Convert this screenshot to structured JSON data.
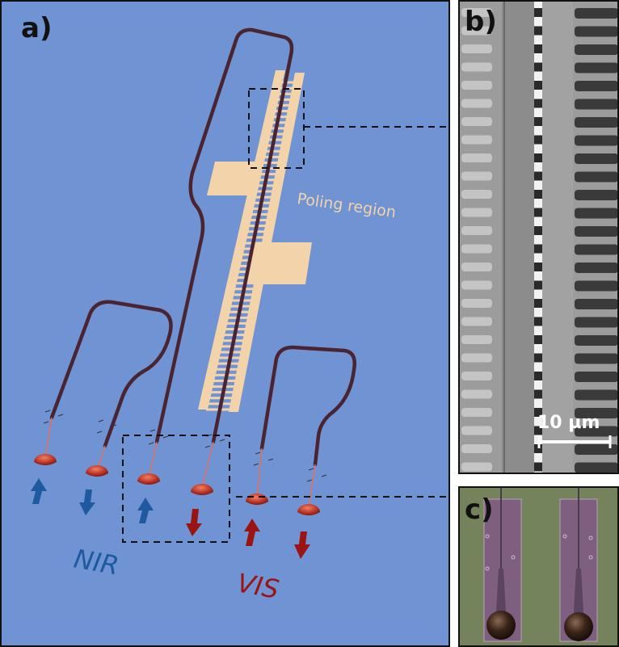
{
  "panels": {
    "a": {
      "label": "a)"
    },
    "b": {
      "label": "b)",
      "scale_bar": "10 µm"
    },
    "c": {
      "label": "c)"
    }
  },
  "annotations": {
    "poling_region": "Poling region",
    "nir": "NIR",
    "vis": "VIS"
  },
  "colors": {
    "background": "#6f93d3",
    "waveguide": "#4a2430",
    "electrode": "#f3d3aa",
    "nir_arrow": "#1e5aa0",
    "vis_arrow": "#9a1414",
    "lens": "#c23a2a"
  }
}
